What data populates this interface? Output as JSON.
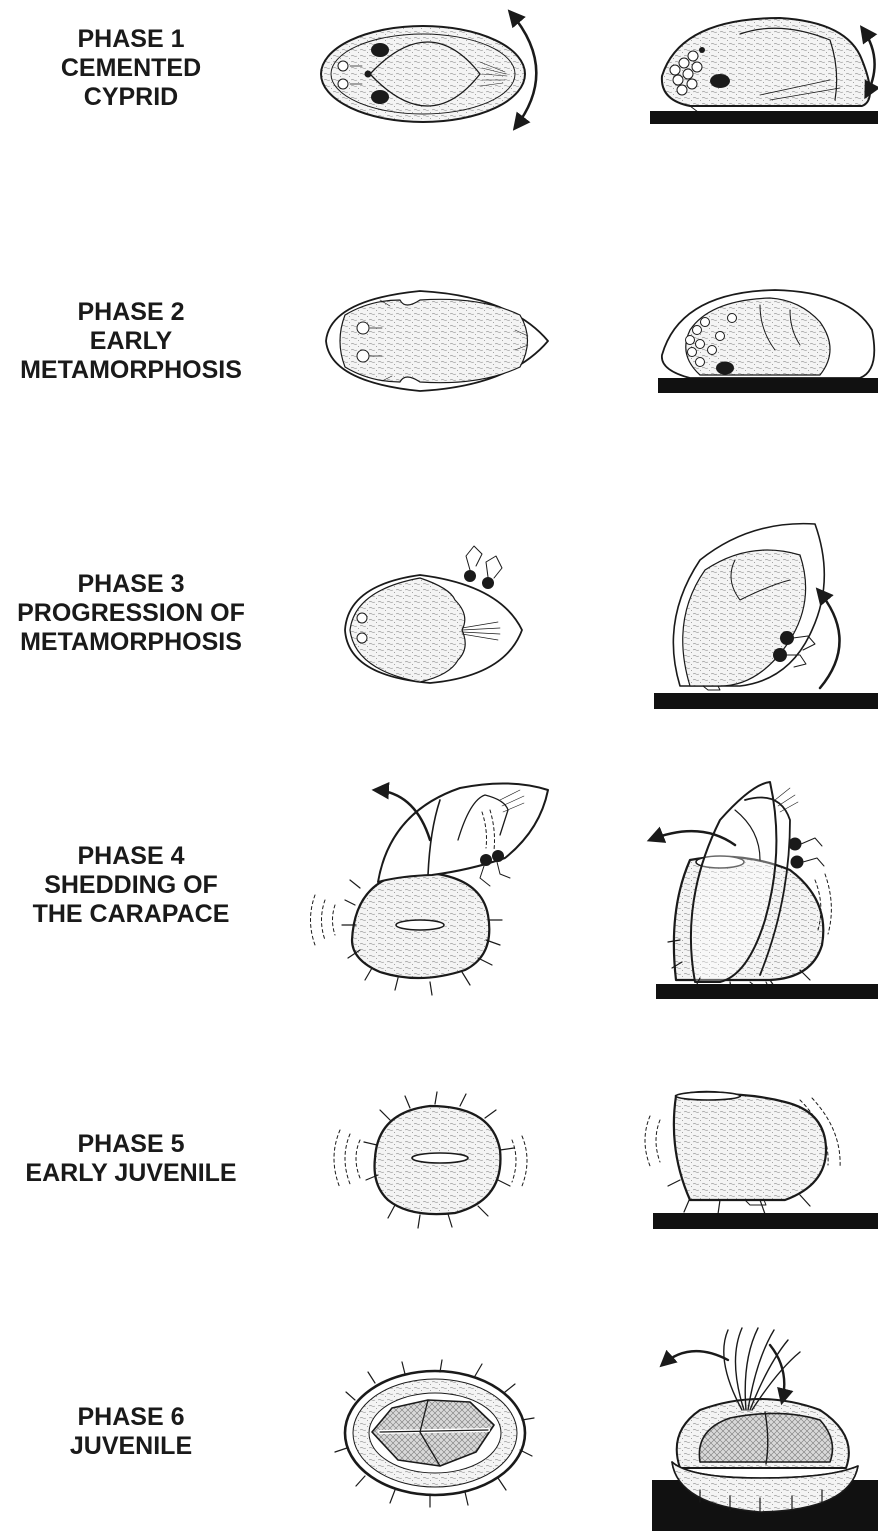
{
  "phases": [
    {
      "title": "PHASE 1",
      "lines": [
        "CEMENTED",
        "CYPRID"
      ]
    },
    {
      "title": "PHASE 2",
      "lines": [
        "EARLY",
        "METAMORPHOSIS"
      ]
    },
    {
      "title": "PHASE 3",
      "lines": [
        "PROGRESSION OF",
        "METAMORPHOSIS"
      ]
    },
    {
      "title": "PHASE 4",
      "lines": [
        "SHEDDING OF",
        "THE CARAPACE"
      ]
    },
    {
      "title": "PHASE 5",
      "lines": [
        "EARLY JUVENILE"
      ]
    },
    {
      "title": "PHASE 6",
      "lines": [
        "JUVENILE"
      ]
    }
  ],
  "colors": {
    "ink": "#1a1a1a",
    "stipple": "#e6e6e6",
    "substrate": "#111111",
    "plate_hatch": "#bdbdbd"
  }
}
